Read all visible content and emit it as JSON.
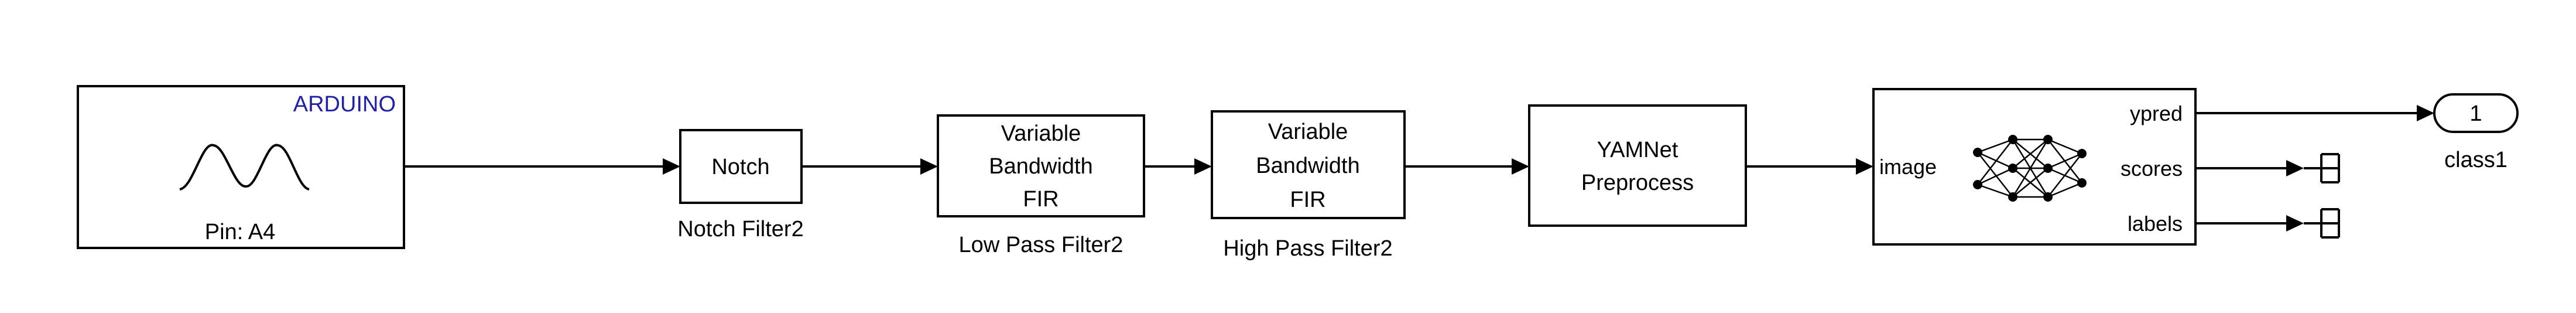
{
  "blocks": {
    "arduino": {
      "brand": "ARDUINO",
      "pin": "Pin: A4"
    },
    "notch": {
      "text": "Notch",
      "caption": "Notch Filter2"
    },
    "low_pass": {
      "line1": "Variable",
      "line2": "Bandwidth",
      "line3": "FIR",
      "caption": "Low Pass Filter2"
    },
    "high_pass": {
      "line1": "Variable",
      "line2": "Bandwidth",
      "line3": "FIR",
      "caption": "High Pass Filter2"
    },
    "yamnet": {
      "line1": "YAMNet",
      "line2": "Preprocess"
    },
    "classifier": {
      "input_port": "image",
      "outputs": {
        "ypred": "ypred",
        "scores": "scores",
        "labels": "labels"
      },
      "icon": "neural-network-icon"
    },
    "outport": {
      "number": "1",
      "caption": "class1"
    }
  },
  "colors": {
    "brand": "#1f1fa8",
    "line": "#000000",
    "background": "#ffffff"
  },
  "icons": {
    "source_waveform": "sine-wave-icon",
    "terminators": "terminator-icon"
  }
}
